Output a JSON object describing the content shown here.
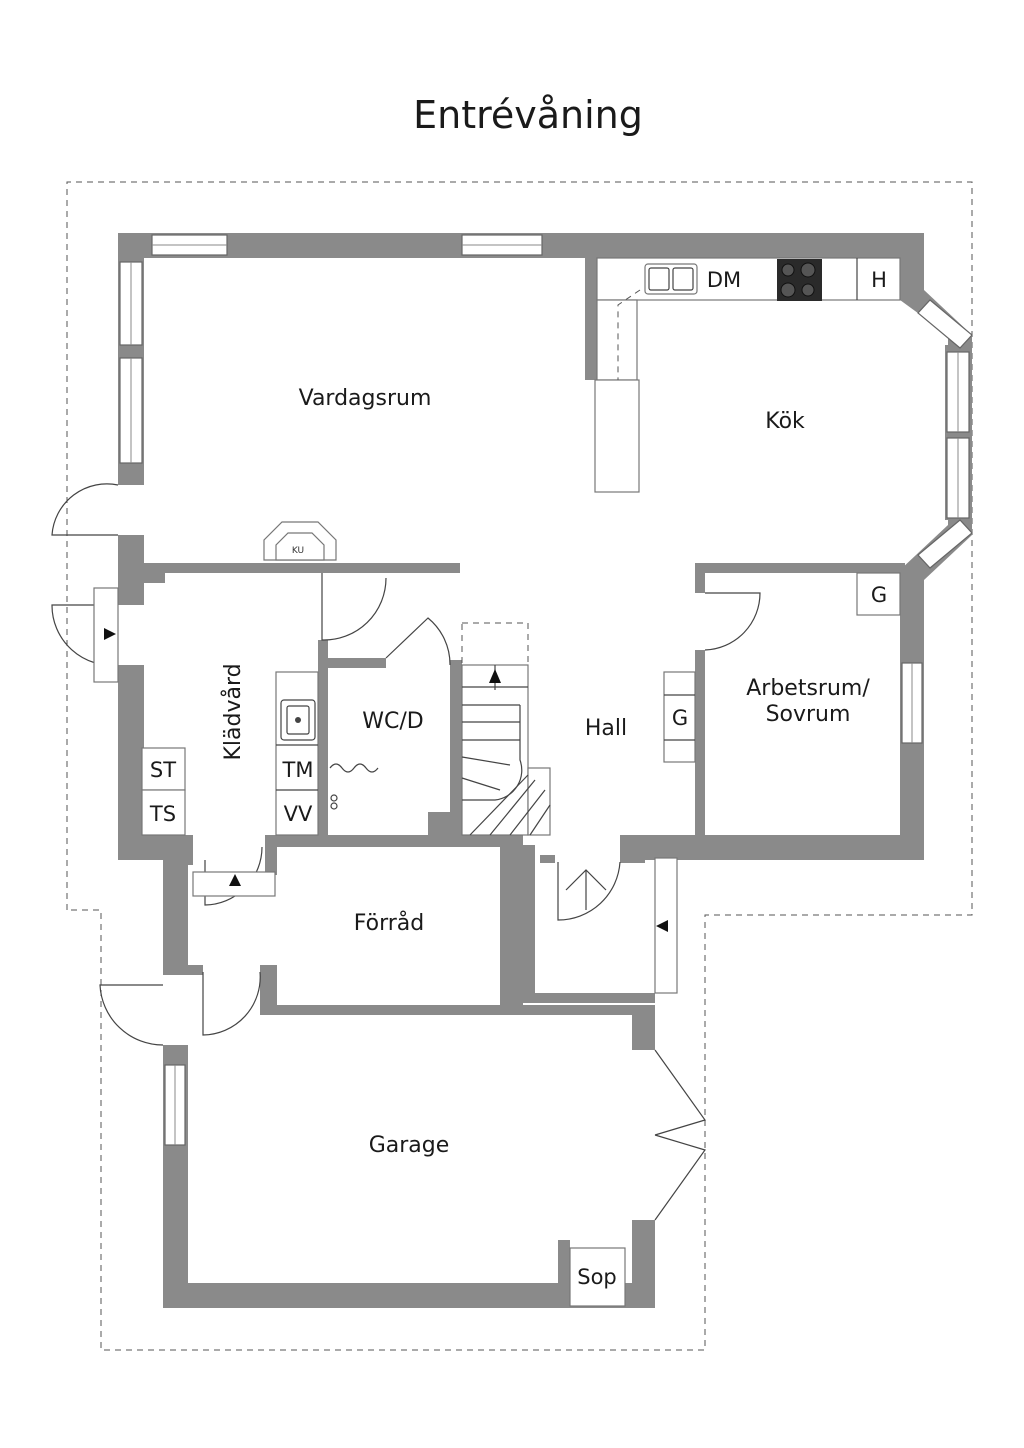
{
  "title": "Entrévåning",
  "rooms": {
    "vardagsrum": "Vardagsrum",
    "kok": "Kök",
    "kladvard": "Klädvård",
    "wcd": "WC/D",
    "hall": "Hall",
    "arbetsrum_line1": "Arbetsrum/",
    "arbetsrum_line2": "Sovrum",
    "forrad": "Förråd",
    "garage": "Garage"
  },
  "fixtures": {
    "dm": "DM",
    "h": "H",
    "g_arbetsrum": "G",
    "g_hall": "G",
    "st": "ST",
    "ts": "TS",
    "tm": "TM",
    "vv": "VV",
    "sop": "Sop",
    "ku": "KU"
  },
  "colors": {
    "wall": "#8a8a8a",
    "background": "#ffffff",
    "text": "#1a1a1a"
  }
}
